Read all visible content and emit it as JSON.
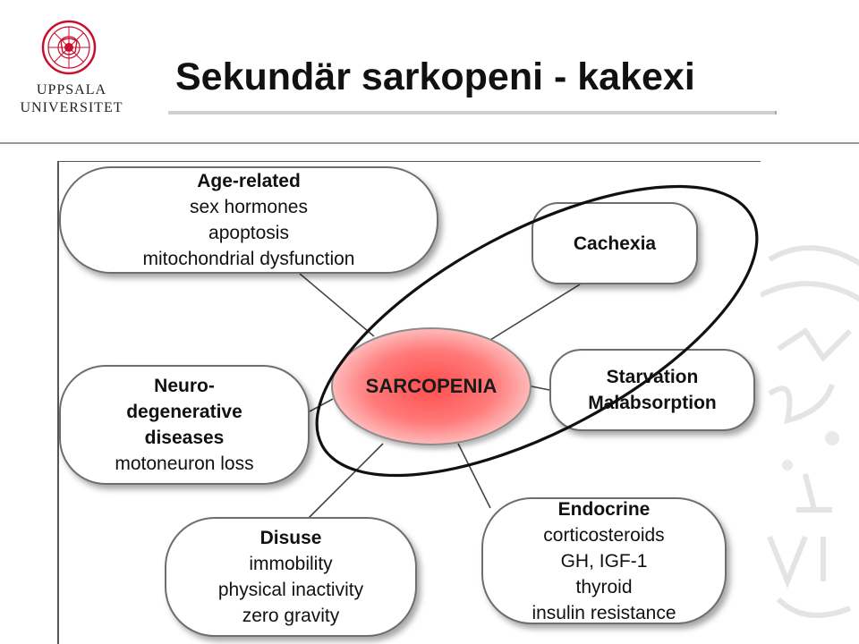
{
  "header": {
    "logo": {
      "line1": "UPPSALA",
      "line2": "UNIVERSITET",
      "seal_color": "#c8102e"
    },
    "title": "Sekundär sarkopeni - kakexi"
  },
  "diagram": {
    "center": {
      "label": "SARCOPENIA",
      "fill": "#ff5a5a"
    },
    "nodes": {
      "age": {
        "heading": "Age-related",
        "lines": [
          "sex hormones",
          "apoptosis",
          "mitochondrial dysfunction"
        ]
      },
      "cachexia": {
        "heading": "Cachexia"
      },
      "neuro": {
        "heading_lines": [
          "Neuro-",
          "degenerative",
          "diseases"
        ],
        "lines": [
          "motoneuron loss"
        ]
      },
      "starvation": {
        "heading_lines": [
          "Starvation",
          "Malabsorption"
        ]
      },
      "disuse": {
        "heading": "Disuse",
        "lines": [
          "immobility",
          "physical inactivity",
          "zero gravity"
        ]
      },
      "endocrine": {
        "heading": "Endocrine",
        "lines": [
          "corticosteroids",
          "GH, IGF-1",
          "thyroid",
          "insulin resistance"
        ]
      }
    },
    "highlight": {
      "encloses": [
        "Cachexia",
        "SARCOPENIA",
        "Starvation",
        "Malabsorption"
      ],
      "stroke": "#111111"
    }
  }
}
